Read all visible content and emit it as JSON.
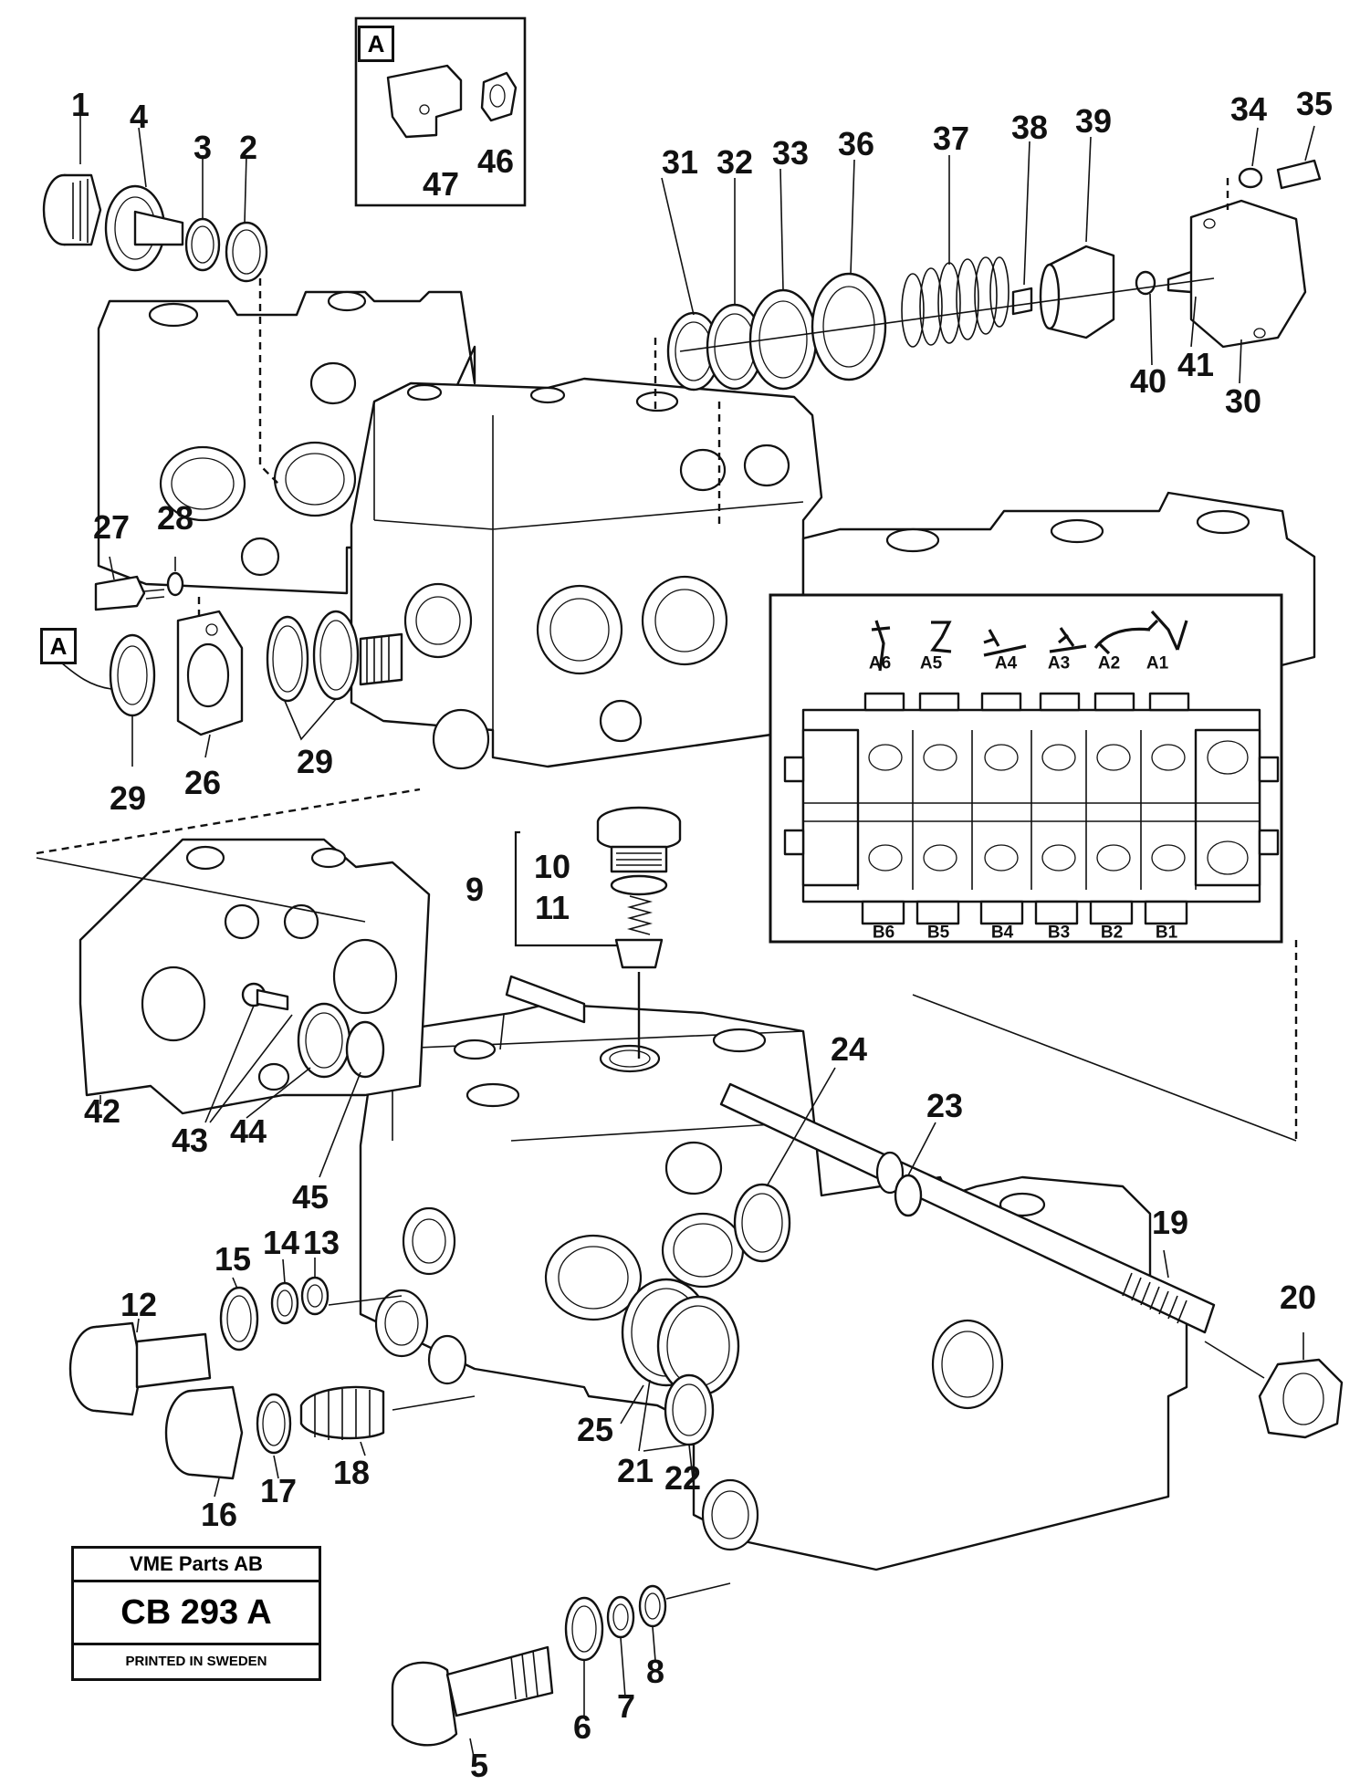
{
  "stamp": {
    "company": "VME Parts AB",
    "drawing_number": "CB 293 A",
    "printed": "PRINTED IN SWEDEN"
  },
  "detail_marker": "A",
  "callouts": [
    "1",
    "2",
    "3",
    "4",
    "5",
    "6",
    "7",
    "8",
    "9",
    "10",
    "11",
    "12",
    "13",
    "14",
    "15",
    "16",
    "17",
    "18",
    "19",
    "20",
    "21",
    "22",
    "23",
    "24",
    "25",
    "26",
    "27",
    "28",
    "29",
    "29",
    "30",
    "31",
    "32",
    "33",
    "34",
    "35",
    "36",
    "37",
    "38",
    "39",
    "40",
    "41",
    "42",
    "43",
    "44",
    "45",
    "46",
    "47"
  ],
  "inset": {
    "top_ports": [
      "A6",
      "A5",
      "A4",
      "A3",
      "A2",
      "A1"
    ],
    "bottom_ports": [
      "B6",
      "B5",
      "B4",
      "B3",
      "B2",
      "B1"
    ]
  }
}
